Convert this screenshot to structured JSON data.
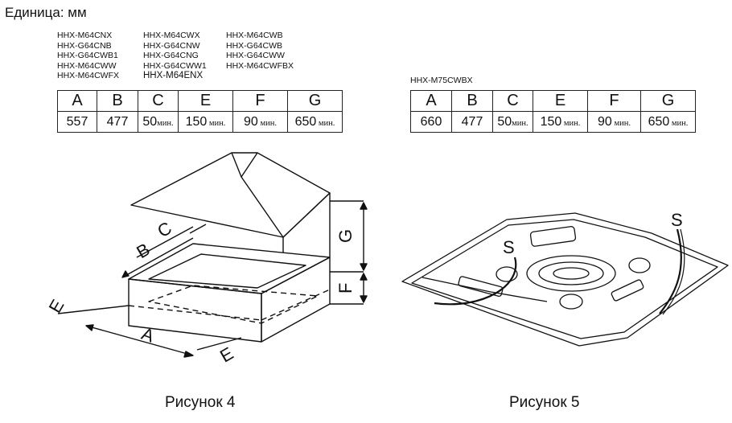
{
  "unit_label": "Единица: мм",
  "left": {
    "model_columns": [
      [
        "HHX-M64CNX",
        "HHX-G64CNB",
        "HHX-G64CWB1",
        "HHX-M64CWW",
        "HHX-M64CWFX"
      ],
      [
        "HHX-M64CWX",
        "HHX-G64CNW",
        "HHX-G64CNG",
        "HHX-G64CWW1",
        "HHX-M64ENX"
      ],
      [
        "HHX-M64CWB",
        "HHX-G64CWB",
        "HHX-G64CWW",
        "HHX-M64CWFBX"
      ]
    ],
    "headers": [
      "A",
      "B",
      "C",
      "E",
      "F",
      "G"
    ],
    "values": [
      {
        "num": "557",
        "suffix": ""
      },
      {
        "num": "477",
        "suffix": ""
      },
      {
        "num": "50",
        "suffix": "мин."
      },
      {
        "num": "150",
        "suffix": " мин."
      },
      {
        "num": "90",
        "suffix": " мин."
      },
      {
        "num": "650",
        "suffix": " мин."
      }
    ]
  },
  "right": {
    "model": "HHX-M75CWBX",
    "headers": [
      "A",
      "B",
      "C",
      "E",
      "F",
      "G"
    ],
    "values": [
      {
        "num": "660",
        "suffix": ""
      },
      {
        "num": "477",
        "suffix": ""
      },
      {
        "num": "50",
        "suffix": "мин."
      },
      {
        "num": "150",
        "suffix": " мин."
      },
      {
        "num": "90",
        "suffix": " мин."
      },
      {
        "num": "650",
        "suffix": " мин."
      }
    ]
  },
  "figure4": {
    "caption": "Рисунок 4",
    "labels": {
      "A": "A",
      "B": "B",
      "C": "C",
      "E": "E",
      "F": "F",
      "G": "G"
    }
  },
  "figure5": {
    "caption": "Рисунок 5",
    "label_s": "S"
  }
}
